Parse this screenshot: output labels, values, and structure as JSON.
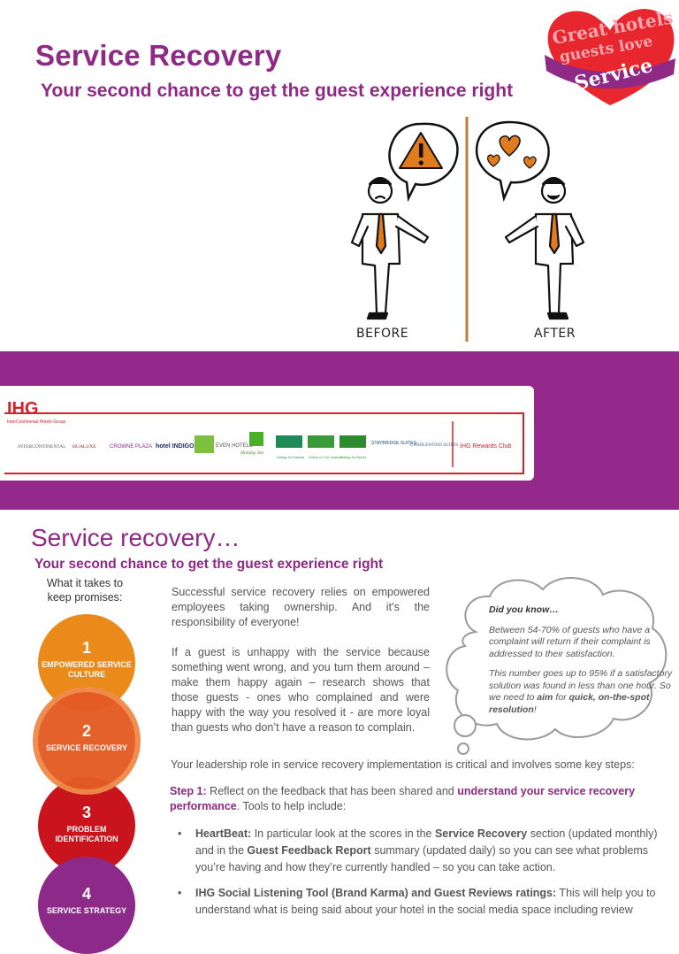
{
  "header": {
    "title": "Service Recovery",
    "subtitle": "Your second chance to get the guest experience right",
    "badge": {
      "line1": "Great hotels",
      "line2": "guests love",
      "line3": "Service"
    }
  },
  "sketch": {
    "caption_before": "BEFORE",
    "caption_after": "AFTER"
  },
  "logos": {
    "ihg": "IHG",
    "ihg_sub": "InterContinental Hotels Group",
    "brands": [
      "INTERCONTINENTAL",
      "HUALUXE",
      "CROWNE PLAZA",
      "hotel INDIGO",
      "EVEN HOTELS",
      "Holiday Inn",
      "Holiday Inn Express",
      "Holiday Inn Club Vacations",
      "Holiday Inn Resort",
      "STAYBRIDGE SUITES",
      "CANDLEWOOD SUITES"
    ],
    "rewards": "IHG Rewards Club"
  },
  "section2": {
    "title": "Service recovery…",
    "subtitle": "Your second chance to get the guest experience right",
    "what": "What it takes to keep promises:"
  },
  "steps_circles": [
    {
      "num": "1",
      "label": "EMPOWERED SERVICE CULTURE"
    },
    {
      "num": "2",
      "label": "SERVICE RECOVERY"
    },
    {
      "num": "3",
      "label": "PROBLEM IDENTIFICATION"
    },
    {
      "num": "4",
      "label": "SERVICE STRATEGY"
    }
  ],
  "body": {
    "para1": "Successful service recovery relies on empowered employees taking ownership. And it’s the responsibility of everyone!",
    "para2": "If a guest is unhappy with the service because something went wrong, and you turn them around – make them happy again – research shows that those guests - ones who complained and were happy with the way you resolved it - are more loyal than guests who don’t have a reason to complain.",
    "lead": "Your leadership role in service recovery implementation is critical and involves some key steps:",
    "step1_label": "Step 1:",
    "step1_a": " Reflect on the feedback that has been shared and ",
    "step1_link": "understand your service recovery performance",
    "step1_b": ".  Tools to help include:",
    "bullets": [
      {
        "bold": "HeartBeat:",
        "text": " In particular look at the scores in the ",
        "b2": "Service Recovery",
        "text2": " section (updated monthly) and in the ",
        "b3": "Guest Feedback Report",
        "text3": " summary (updated daily) so you can see what problems you’re having and how they’re currently handled – so you can take action."
      },
      {
        "bold": "IHG Social Listening Tool (Brand Karma) and Guest Reviews ratings:",
        "text": " This will help you to understand what is being said about your hotel in the social media space including review"
      }
    ]
  },
  "cloud": {
    "heading": "Did you know…",
    "p1": "Between 54-70% of guests who have a complaint will return if their complaint is addressed to their satisfaction.",
    "p2_a": "This number goes up to 95% if a satisfactory solution was found in less than one hour. So we need to ",
    "p2_aim": "aim",
    "p2_b": " for ",
    "p2_quick": "quick, on-the-spot resolution",
    "p2_c": "!"
  },
  "colors": {
    "purple": "#8e2a85",
    "band": "#94288b",
    "orange": "#ea8a1b",
    "red": "#c9131d",
    "ihg_red": "#d2232a"
  }
}
